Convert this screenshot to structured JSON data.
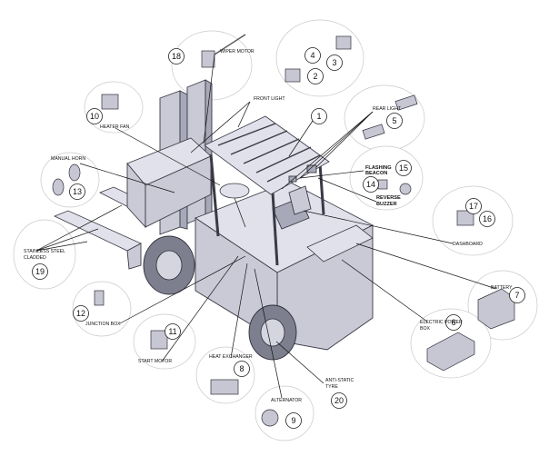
{
  "callouts": [
    {
      "num": "1"
    },
    {
      "num": "2"
    },
    {
      "num": "3"
    },
    {
      "num": "4"
    },
    {
      "num": "5",
      "label": "REAR LIGHT"
    },
    {
      "num": "6",
      "label": "ELECTRIC POWER BOX"
    },
    {
      "num": "7",
      "label": "BATTERY"
    },
    {
      "num": "8",
      "label": "HEAT EXCHANGER"
    },
    {
      "num": "9",
      "label": "ALTERNATOR"
    },
    {
      "num": "10",
      "label": "HEATER FAN"
    },
    {
      "num": "11",
      "label": "START MOTOR"
    },
    {
      "num": "12",
      "label": "JUNCTION BOX"
    },
    {
      "num": "13",
      "label": "MANUAL HORN"
    },
    {
      "num": "14",
      "label": "FLASHING BEACON"
    },
    {
      "num": "15",
      "label": "REVERSE BUZZER"
    },
    {
      "num": "16",
      "label": "DASHBOARD"
    },
    {
      "num": "17"
    },
    {
      "num": "18",
      "label": "WIPER MOTOR"
    },
    {
      "num": "19",
      "label": "STAINLESS STEEL CLADDED"
    },
    {
      "num": "20",
      "label": "ANTI-STATIC TYRE"
    }
  ],
  "extra_labels": {
    "front_light": "FRONT LIGHT"
  },
  "colors": {
    "body": "#c9cad6",
    "outline": "#3a3a46",
    "tyre": "#7d7f8e",
    "inset_border": "#c8c8c8"
  }
}
